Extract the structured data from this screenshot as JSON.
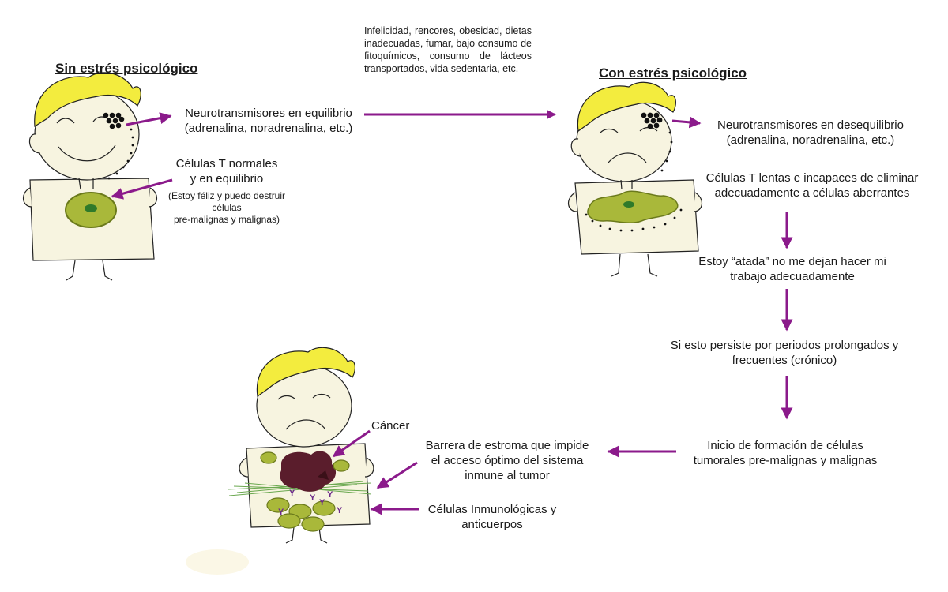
{
  "headings": {
    "without_stress": "Sin estrés psicológico",
    "with_stress": "Con estrés psicológico"
  },
  "causes": "Infelicidad, rencores, obesidad, dietas inadecuadas, fumar, bajo consumo de fitoquímicos, consumo de lácteos transportados, vida sedentaria, etc.",
  "without_stress": {
    "neurotransmitters": [
      "Neurotransmisores en equilibrio",
      "(adrenalina, noradrenalina, etc.)"
    ],
    "t_cells": [
      "Células T normales",
      "y en equilibrio"
    ],
    "t_cells_note": [
      "(Estoy féliz y puedo destruir células",
      "pre-malignas y malignas)"
    ]
  },
  "with_stress": {
    "neurotransmitters": [
      "Neurotransmisores en desequilibrio",
      "(adrenalina, noradrenalina, etc.)"
    ],
    "t_cells": [
      "Células T lentas e incapaces de eliminar",
      "adecuadamente a células aberrantes"
    ],
    "tied": [
      "Estoy “atada” no me dejan hacer mi",
      "trabajo adecuadamente"
    ],
    "persists": [
      "Si esto persiste por periodos prolongados y",
      "frecuentes (crónico)"
    ],
    "formation": [
      "Inicio de formación de células",
      "tumorales pre-malignas y malignas"
    ]
  },
  "tumor": {
    "cancer": "Cáncer",
    "stroma": [
      "Barrera de estroma que impide",
      "el acceso óptimo del sistema",
      "inmune al tumor"
    ],
    "immune": [
      "Células Inmunológicas y",
      "anticuerpos"
    ]
  },
  "colors": {
    "arrow": "#8b1a8b",
    "hair": "#f3ec3e",
    "skin": "#f7f4e0",
    "cell": "#a9b83a",
    "nucleus": "#2f7a2a",
    "tumor": "#5a1d2c"
  }
}
